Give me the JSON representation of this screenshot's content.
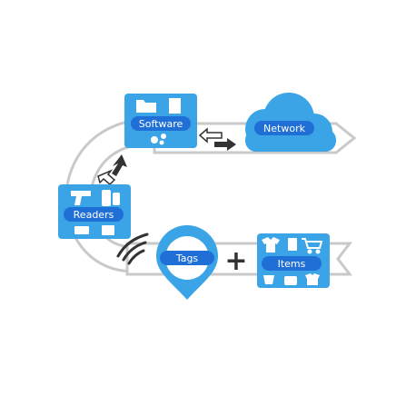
{
  "diagram": {
    "nodes": {
      "software": {
        "label": "Software"
      },
      "network": {
        "label": "Network"
      },
      "readers": {
        "label": "Readers"
      },
      "tags": {
        "label": "Tags"
      },
      "items": {
        "label": "Items"
      }
    },
    "connector_plus": "+"
  },
  "colors": {
    "node_blue": "#3aa4e6",
    "pill_blue": "#1f6fd6",
    "track_gray": "#c9c9c9",
    "arrow_dark": "#333333"
  },
  "icons": {
    "software": [
      "folder-icon",
      "document-icon",
      "gears-icon"
    ],
    "network": [
      "cloud-icon"
    ],
    "readers": [
      "scanner-gun-icon",
      "handheld-reader-icon",
      "antenna-panel-icon",
      "reader-box-icon"
    ],
    "tags": [
      "location-pin-icon",
      "rfid-signal-icon"
    ],
    "items": [
      "shirt-icon",
      "jar-icon",
      "shopping-cart-icon",
      "bag-icon",
      "handbag-icon",
      "clothing-icon"
    ]
  }
}
